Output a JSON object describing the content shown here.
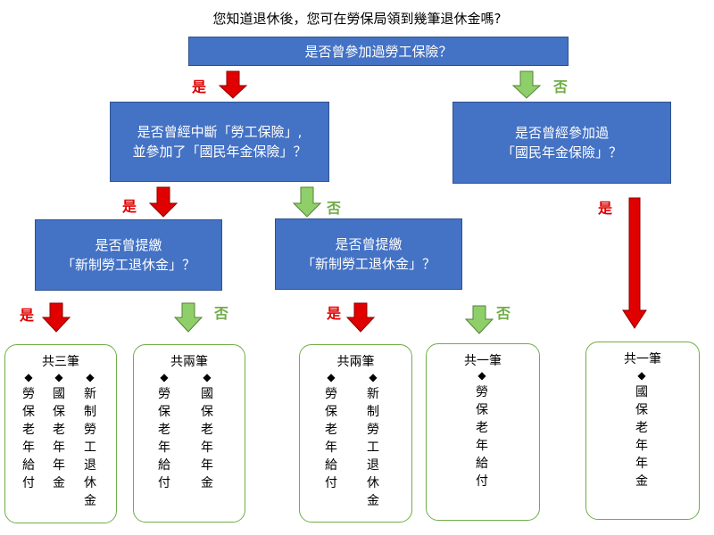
{
  "title": "您知道退休後，您可在勞保局領到幾筆退休金嗎?",
  "questions": {
    "q1": "是否曾參加過勞工保險？",
    "q2": [
      "是否曾經中斷「勞工保險」,",
      "並參加了「國民年金保險」？"
    ],
    "q3": [
      "是否曾經參加過",
      "「國民年金保險」？"
    ],
    "q4": [
      "是否曾提繳",
      "「新制勞工退休金」？"
    ],
    "q5": [
      "是否曾提繳",
      "「新制勞工退休金」？"
    ]
  },
  "labels": {
    "yes": "是",
    "no": "否"
  },
  "results": {
    "r1": {
      "title": "共三筆",
      "items": [
        "勞保老年給付",
        "國保老年年金",
        "新制勞工退休金"
      ]
    },
    "r2": {
      "title": "共兩筆",
      "items": [
        "勞保老年給付",
        "國保老年年金"
      ]
    },
    "r3": {
      "title": "共兩筆",
      "items": [
        "勞保老年給付",
        "新制勞工退休金"
      ]
    },
    "r4": {
      "title": "共一筆",
      "items": [
        "勞保老年給付"
      ]
    },
    "r5": {
      "title": "共一筆",
      "items": [
        "國保老年年金"
      ]
    }
  },
  "colors": {
    "question_fill": "#4472c4",
    "yes_arrow": "#e00000",
    "no_arrow": "#8fcf6a",
    "result_border": "#70ad47"
  }
}
